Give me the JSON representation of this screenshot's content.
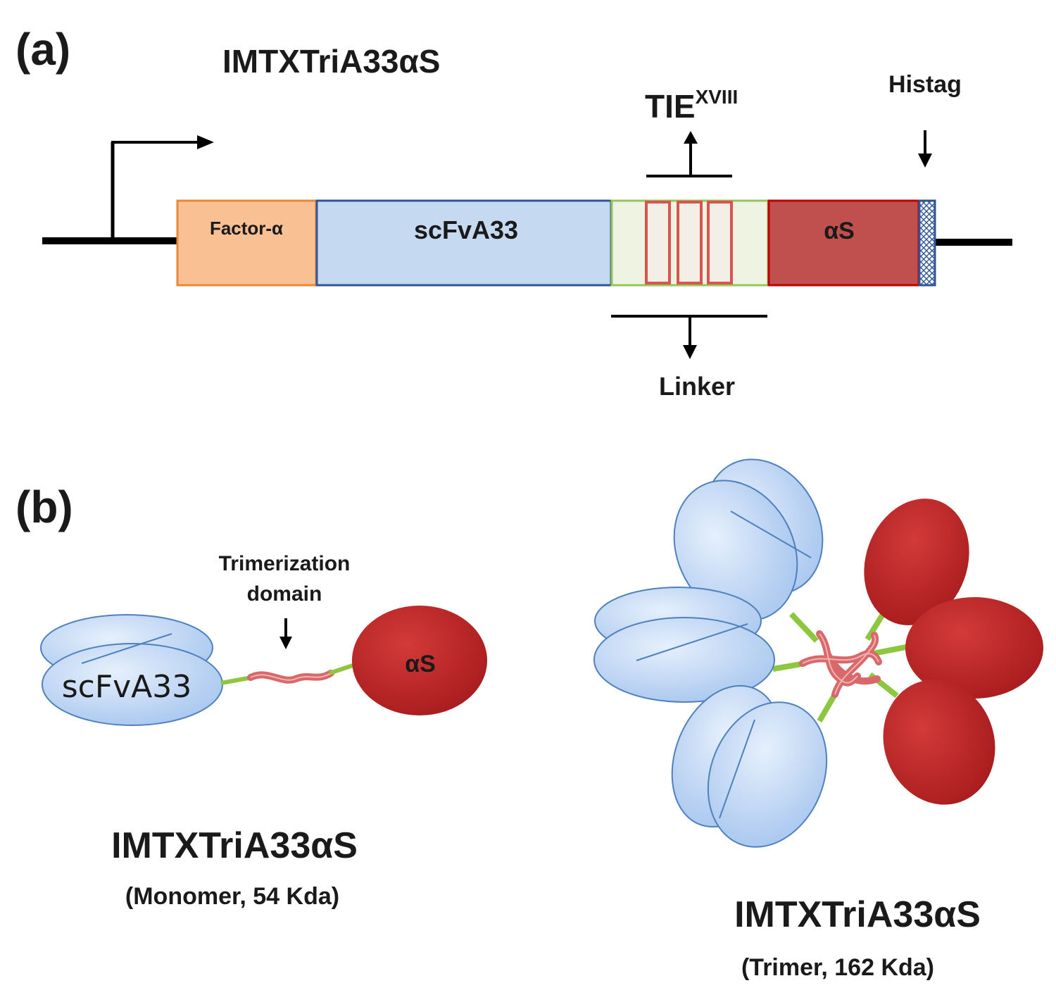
{
  "panel_a": {
    "panel_label": "(a)",
    "construct_title": "IMTXTriA33αS",
    "tie_label": "TIE",
    "tie_superscript": "XVIII",
    "histag_label": "Histag",
    "linker_label": "Linker",
    "segments": {
      "factor_alpha": "Factor-α",
      "scfv": "scFvA33",
      "alpha_s": "αS"
    }
  },
  "panel_b": {
    "panel_label": "(b)",
    "trimerization_line1": "Trimerization",
    "trimerization_line2": "domain",
    "monomer_scfv_label": "scFvA33",
    "monomer_alpha_s_label": "αS",
    "monomer_name": "IMTXTriA33αS",
    "monomer_caption": "(Monomer, 54 Kda)",
    "trimer_name": "IMTXTriA33αS",
    "trimer_caption": "(Trimer, 162 Kda)"
  },
  "colors": {
    "factor_alpha_fill": "#f9c193",
    "factor_alpha_stroke": "#e8893a",
    "scfv_fill": "#c5d9f1",
    "scfv_stroke": "#2f5597",
    "linker_fill": "#eef3e2",
    "linker_stroke": "#92c85a",
    "tie_stroke": "#d9534f",
    "alpha_s_fill": "#c0504d",
    "alpha_s_stroke": "#c00000",
    "histag_stroke": "#2f5597",
    "green_linker": "#8dc63f",
    "trimer_domain": "#d9686a",
    "scfv_ellipse_fill": "#bcd4f4",
    "scfv_ellipse_stroke": "#4f81bd",
    "alpha_s_ellipse": "#c0282a"
  }
}
